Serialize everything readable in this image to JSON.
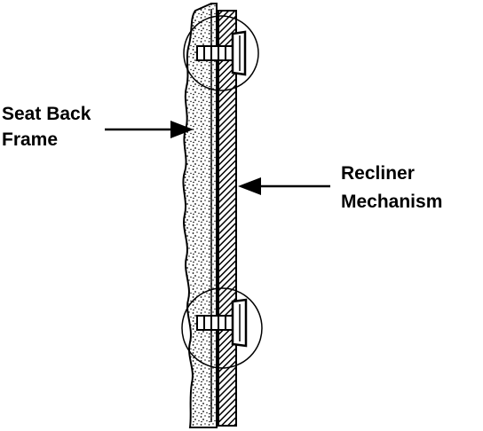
{
  "diagram": {
    "labels": {
      "seat_back_frame": [
        "Seat Back",
        "Frame"
      ],
      "recliner_mechanism": [
        "Recliner",
        "Mechanism"
      ]
    },
    "colors": {
      "ink": "#000000",
      "background": "#ffffff"
    },
    "parts": {
      "seat_back_frame": "stippled-foam-section",
      "recliner_mechanism": "hatched-plate",
      "fasteners": [
        "upper-countersunk-screw",
        "lower-countersunk-screw"
      ],
      "callouts": [
        "upper-detail-circle",
        "lower-detail-circle"
      ]
    }
  }
}
